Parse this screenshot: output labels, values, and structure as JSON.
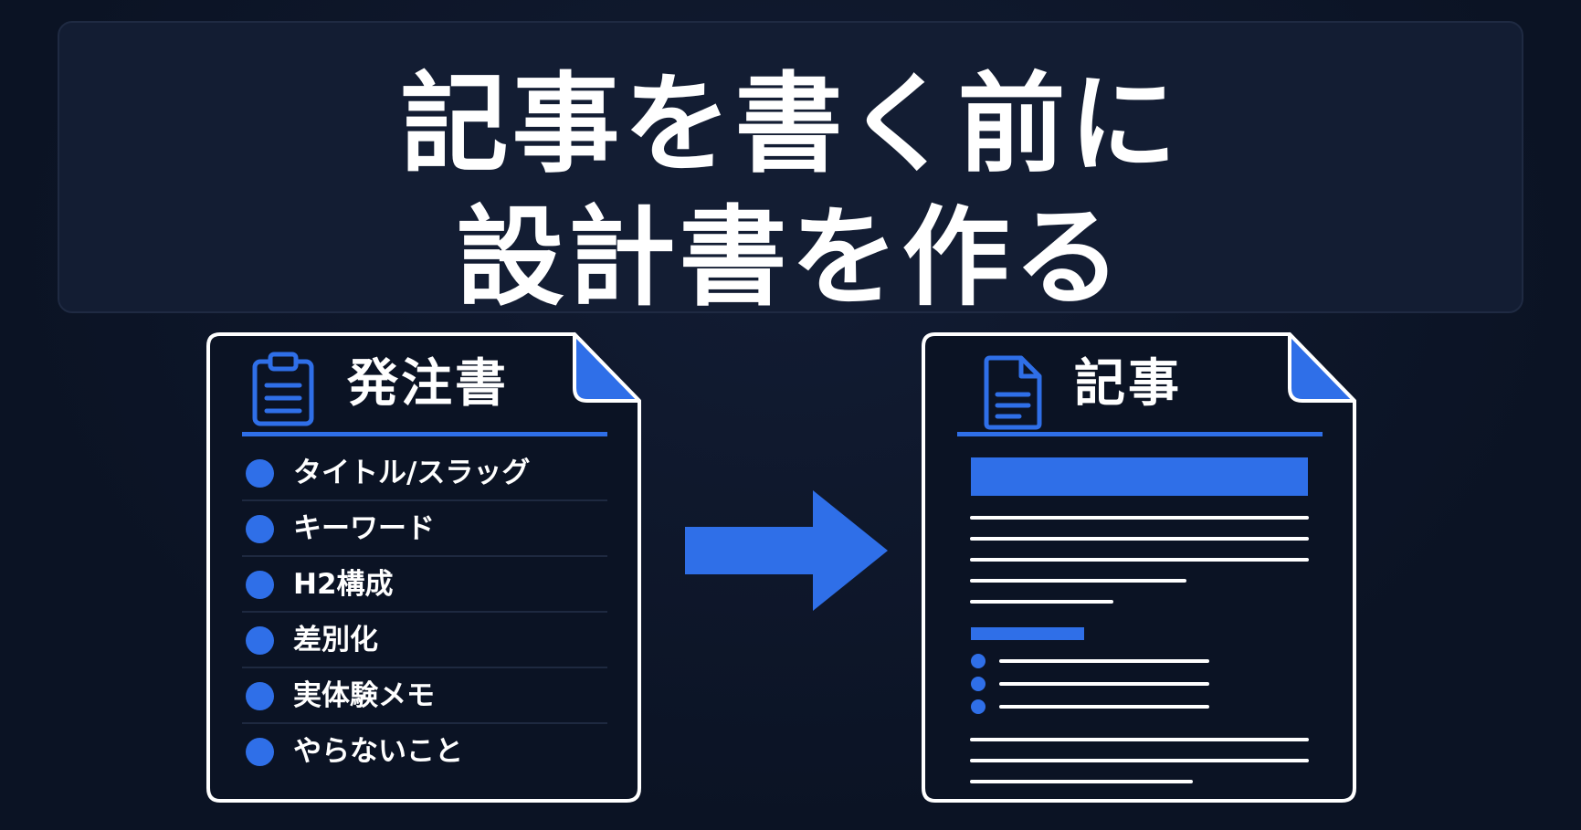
{
  "banner": {
    "title_line1": "記事を書く前に",
    "title_line2": "設計書を作る"
  },
  "order_doc": {
    "icon": "clipboard-icon",
    "title": "発注書",
    "items": [
      {
        "label": "タイトル/スラッグ"
      },
      {
        "label": "キーワード"
      },
      {
        "label": "H2構成"
      },
      {
        "label": "差別化"
      },
      {
        "label": "実体験メモ"
      },
      {
        "label": "やらないこと"
      }
    ]
  },
  "flow": {
    "icon": "arrow-right-icon"
  },
  "article_doc": {
    "icon": "document-icon",
    "title": "記事"
  },
  "colors": {
    "background": "#0b1324",
    "banner": "#131d33",
    "accent": "#2f6fe8",
    "text": "#ffffff"
  }
}
